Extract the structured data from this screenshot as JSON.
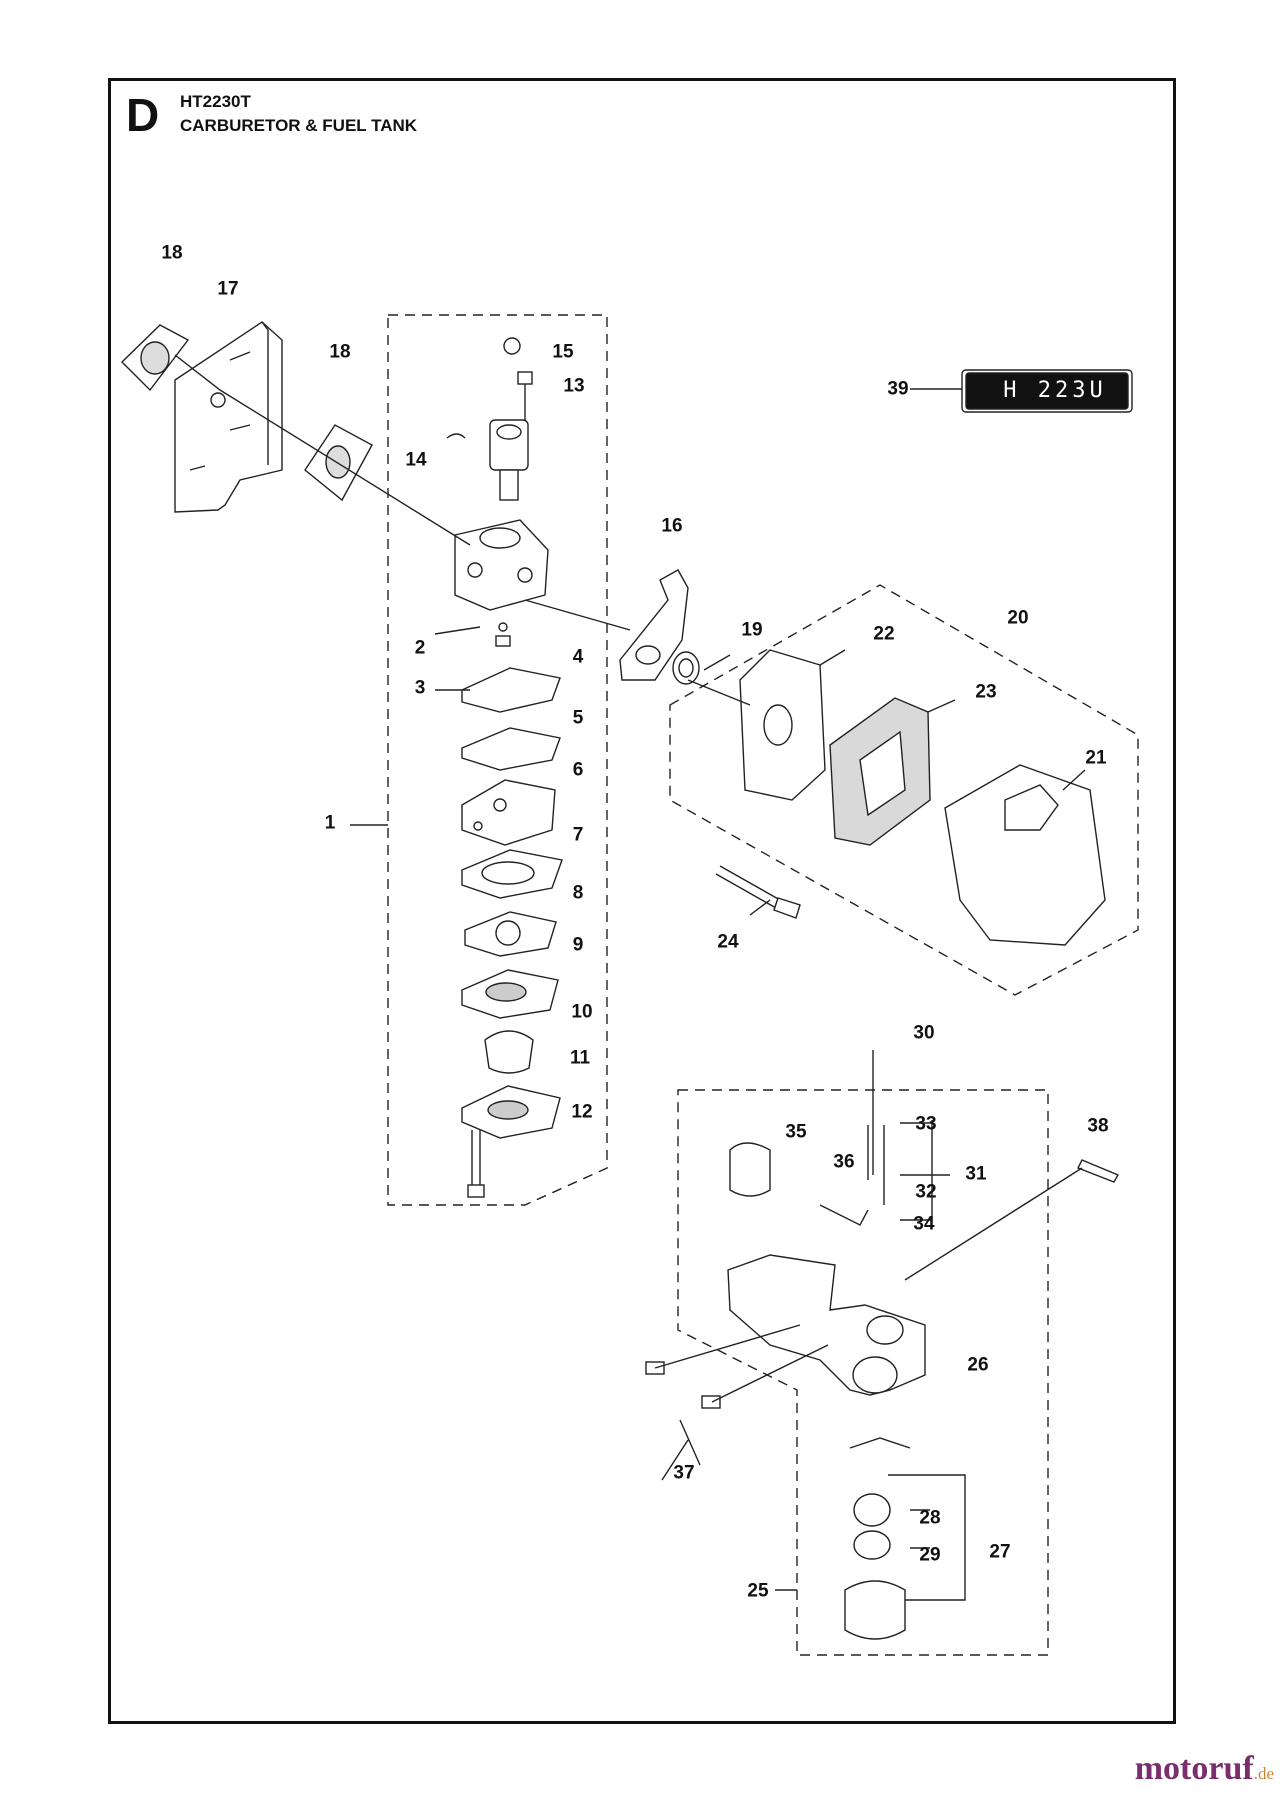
{
  "header": {
    "section_letter": "D",
    "model": "HT2230T",
    "title": "CARBURETOR & FUEL TANK"
  },
  "decal": {
    "text": "H  223U"
  },
  "callouts": [
    "1",
    "2",
    "3",
    "4",
    "5",
    "6",
    "7",
    "8",
    "9",
    "10",
    "11",
    "12",
    "13",
    "14",
    "15",
    "16",
    "17",
    "18",
    "18",
    "19",
    "20",
    "21",
    "22",
    "23",
    "24",
    "25",
    "26",
    "27",
    "28",
    "29",
    "30",
    "31",
    "32",
    "33",
    "34",
    "35",
    "36",
    "37",
    "38",
    "39"
  ],
  "watermark": {
    "brand": "motoruf",
    "suffix": ".de"
  }
}
